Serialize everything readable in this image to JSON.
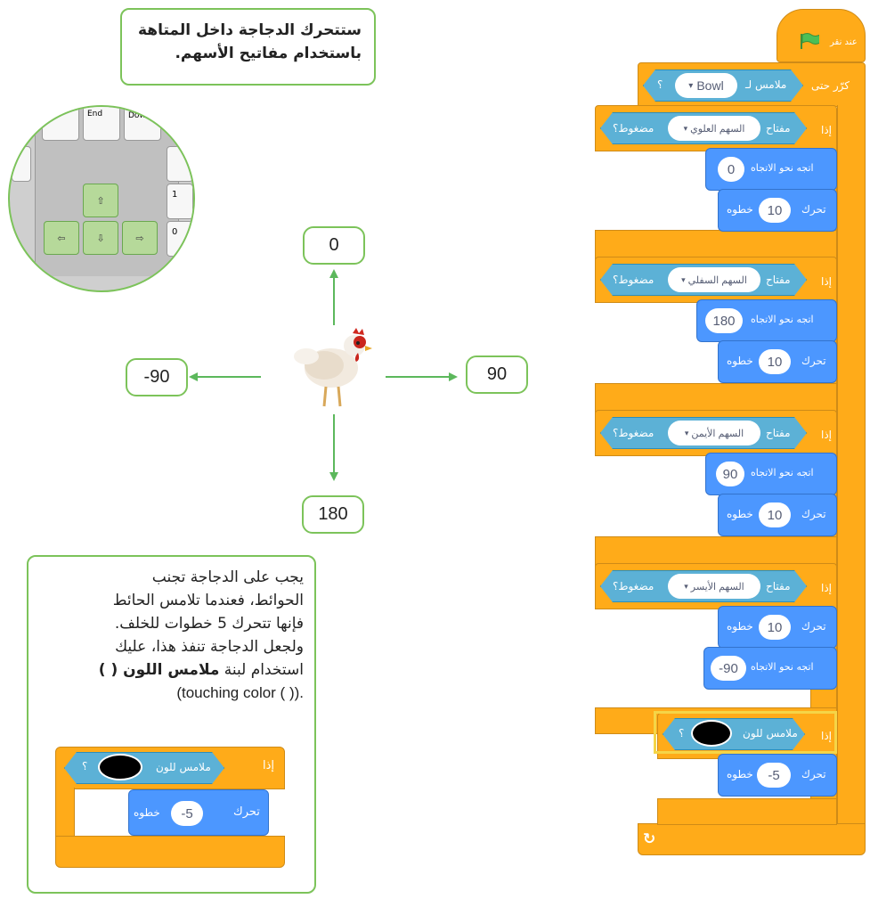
{
  "top_note": {
    "line1": "ستتحرك الدجاجة داخل المتاهة",
    "line2": "باستخدام مفاتيح الأسهم."
  },
  "keyboard": {
    "key_end": "End",
    "key_down": "Down",
    "key_one": "1",
    "key_zero": "0",
    "arrow_up": "⇧",
    "arrow_left": "⇦",
    "arrow_down": "⇩",
    "arrow_right": "⇨"
  },
  "directions": {
    "up": "0",
    "left": "-90",
    "right": "90",
    "down": "180"
  },
  "bottom_note": {
    "lines": [
      "يجب على الدجاجة تجنب",
      "الحوائط، فعندما تلامس الحائط",
      "فإنها تتحرك 5 خطوات للخلف.",
      "ولجعل الدجاجة تنفذ هذا، عليك",
      "استخدام لبنة"
    ],
    "bold_term": "ملامس اللون ( )",
    "english": "(touching color ( )).",
    "example": {
      "if": "إذا",
      "touching": "ملامس للون",
      "q": "؟",
      "move": "تحرك",
      "steps_value": "-5",
      "steps": "خطوه"
    }
  },
  "script": {
    "hat": "عند نقر",
    "repeat_until": "كرّر حتى",
    "touching": "ملامس لـ",
    "bowl": "Bowl",
    "q": "؟",
    "if": "إذا",
    "key": "مفتاح",
    "pressed": "مضغوط؟",
    "key_up": "السهم العلوي",
    "key_down": "السهم السفلي",
    "key_right": "السهم الأيمن",
    "key_left": "السهم الأيسر",
    "point": "اتجه نحو الاتجاه",
    "move": "تحرك",
    "steps": "خطوه",
    "dir_up": "0",
    "dir_down": "180",
    "dir_right": "90",
    "dir_left": "-90",
    "steps_10": "10",
    "touching_color": "ملامس للون",
    "steps_back": "-5",
    "loop_arrow": "↻",
    "colors": {
      "control": "#ffab19",
      "motion": "#4c97ff",
      "sensing": "#5cb1d6",
      "highlight": "#f5d547",
      "event_flag": "#4cbf56"
    }
  }
}
